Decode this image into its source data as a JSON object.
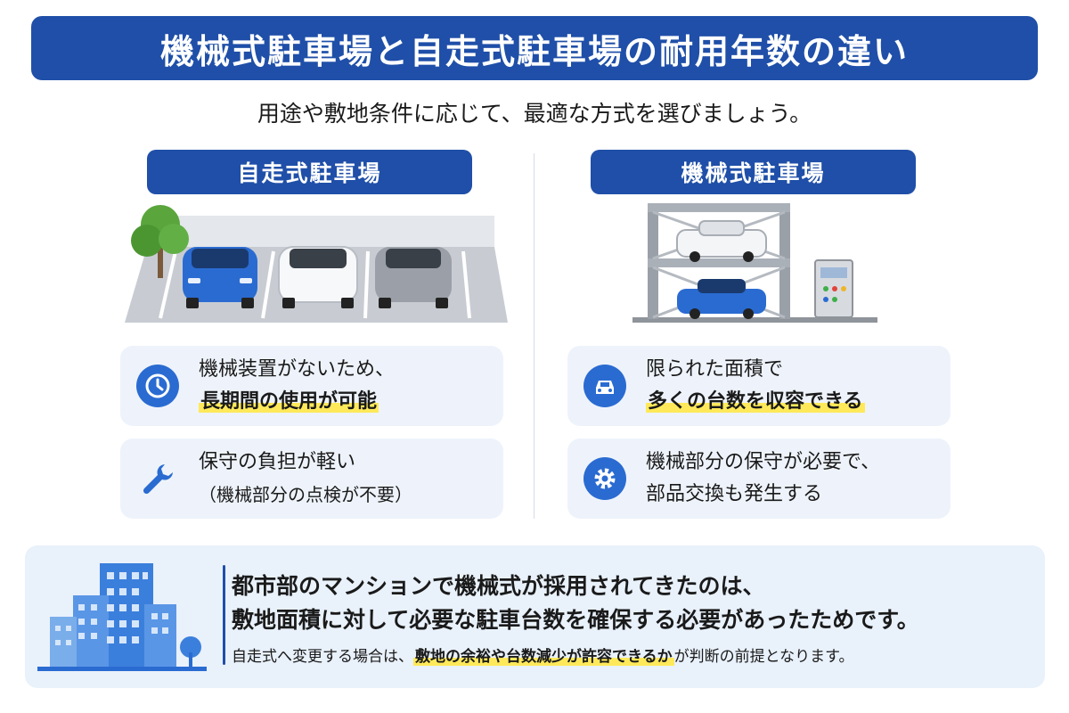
{
  "title": "機械式駐車場と自走式駐車場の耐用年数の違い",
  "subtitle": "用途や敷地条件に応じて、最適な方式を選びましょう。",
  "colors": {
    "primary": "#1f4fa8",
    "icon": "#2a6bd1",
    "card_bg": "#eef3fb",
    "highlight": "#ffe95a"
  },
  "left": {
    "heading": "自走式駐車場",
    "cards": [
      {
        "icon": "clock-icon",
        "line1": "機械装置がないため、",
        "line2": "長期間の使用が可能"
      },
      {
        "icon": "wrench-icon",
        "line1": "保守の負担が軽い",
        "line2": "（機械部分の点検が不要）"
      }
    ]
  },
  "right": {
    "heading": "機械式駐車場",
    "cards": [
      {
        "icon": "car-icon",
        "line1": "限られた面積で",
        "line2": "多くの台数を収容できる"
      },
      {
        "icon": "gear-icon",
        "line1": "機械部分の保守が必要で、",
        "line2": "部品交換も発生する"
      }
    ]
  },
  "summary": {
    "line1": "都市部のマンションで機械式が採用されてきたのは、",
    "line2": "敷地面積に対して必要な駐車台数を確保する必要があったためです。",
    "note_pre": "自走式へ変更する場合は、",
    "note_highlight": "敷地の余裕や台数減少が許容できるか",
    "note_post": "が判断の前提となります。"
  }
}
